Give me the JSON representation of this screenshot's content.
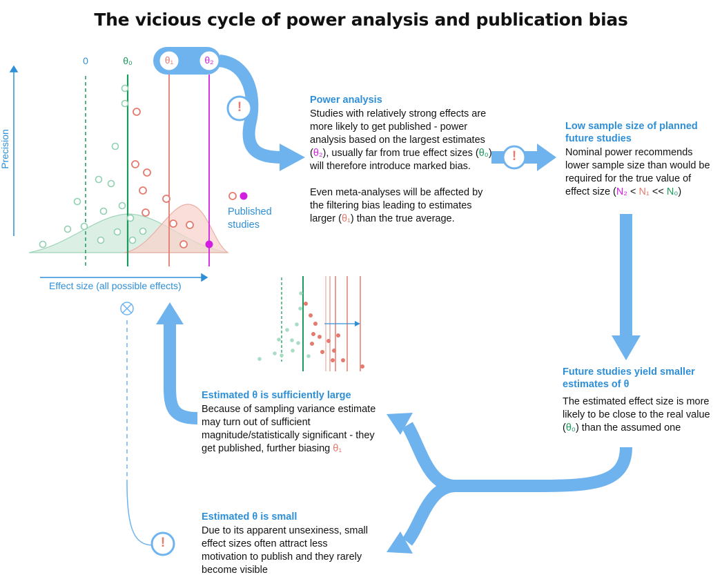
{
  "title": "The vicious cycle of power analysis and publication bias",
  "plot": {
    "y_axis_label": "Precision",
    "x_axis_label": "Effect size (all possible effects)",
    "labels": {
      "zero": "0",
      "theta0": "θ₀",
      "theta1": "θ₁",
      "theta2": "θ₂"
    },
    "legend": "Published studies"
  },
  "power_analysis": {
    "heading": "Power analysis",
    "p1_a": "Studies with relatively strong effects are more likely to get published - power analysis based on the largest estimates (",
    "p1_t2": "θ₂",
    "p1_b": "), usually far from true effect sizes (",
    "p1_t0": "θ₀",
    "p1_c": ") will therefore introduce marked bias.",
    "p2_a": "Even meta-analyses will be affected by the filtering bias leading to estimates larger (",
    "p2_t1": "θ₁",
    "p2_b": ") than the true average."
  },
  "low_sample": {
    "heading": "Low sample size of planned future studies",
    "body_a": "Nominal power recommends lower sample size than would be required for the true value of effect size (",
    "n2": "N₂",
    "lt": " < ",
    "n1": "N₁",
    "llt": " << ",
    "n0": "N₀",
    "body_b": ")"
  },
  "future_studies": {
    "heading": "Future studies yield smaller estimates of θ",
    "body_a": "The estimated effect size is more likely to be close to the real value (",
    "t0": "θ₀",
    "body_b": ") than the assumed one"
  },
  "sufficiently_large": {
    "heading": "Estimated θ is sufficiently large",
    "body_a": "Because of sampling variance estimate may turn out of sufficient magnitude/statistically significant - they get published, further biasing ",
    "t1": "θ₁"
  },
  "small": {
    "heading": "Estimated θ is small",
    "body": "Due to its apparent unsexiness, small effect sizes often attract less motivation to publish and they rarely become visible"
  },
  "icons": {
    "alert": "!",
    "blocked": "⊗"
  },
  "colors": {
    "blue": "#2f8fd6",
    "arrow_blue": "#6eb3ee",
    "green": "#1a9a5a",
    "light_green": "#8fd0b0",
    "red": "#e57a6e",
    "magenta": "#d21ee0"
  }
}
